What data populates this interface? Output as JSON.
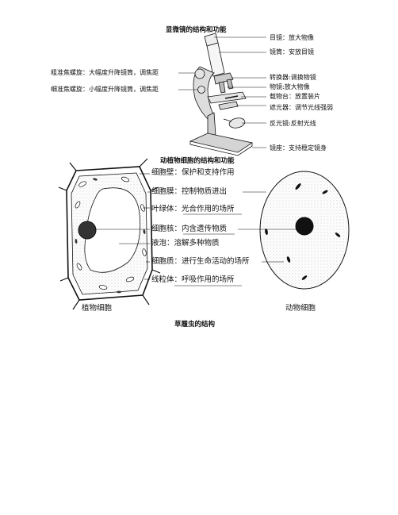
{
  "titles": {
    "microscope": "显微镜的结构和功能",
    "cells": "动植物细胞的结构和功能",
    "paramecium": "草履虫的结构"
  },
  "microscope": {
    "eyepiece": "目镜：放大物像",
    "tube": "镜筒：安放目镜",
    "coarse": "粗准焦螺旋：大幅度升降镜筒，调焦距",
    "fine": "细准焦螺旋：小幅度升降镜筒，调焦距",
    "converter": "转换器:调换物镜",
    "objective": "物镜:放大物像",
    "stage": "载物台：放置装片",
    "diaphragm": "遮光器：调节光线强弱",
    "mirror": "反光镜:反射光线",
    "base": "镜座：支持稳定镜身"
  },
  "cells": {
    "wall": "细胞壁：保护和支持作用",
    "membrane": "细胞膜：控制物质进出",
    "chloroplast": "叶绿体：光合作用的场所",
    "nucleus": "细胞核：内含遗传物质",
    "vacuole": "液泡：溶解多种物质",
    "cytoplasm": "细胞质：进行生命活动的场所",
    "mitochondria": "线粒体：呼吸作用的场所",
    "plant_caption": "植物细胞",
    "animal_caption": "动物细胞"
  },
  "colors": {
    "ink": "#111111",
    "nucleus": "#333333",
    "stipple": "#9a9a9a"
  }
}
